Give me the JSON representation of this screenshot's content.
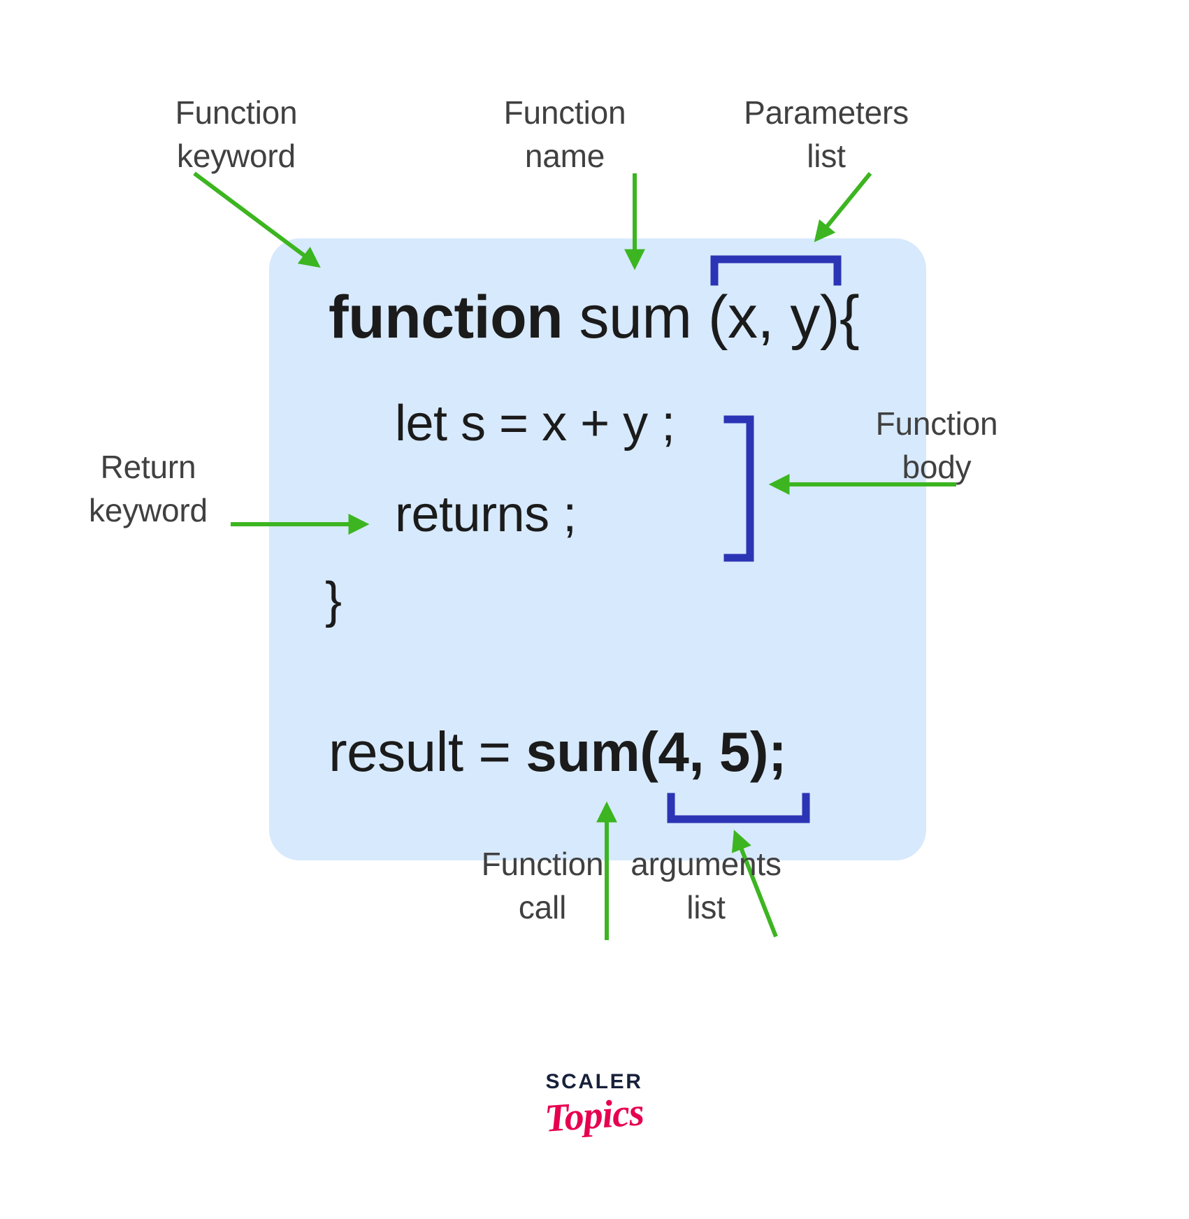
{
  "diagram": {
    "title": "JavaScript function anatomy",
    "panel_color": "#d7e9fc",
    "arrow_color": "#3cb521",
    "bracket_color": "#2b34b5",
    "label_color": "#404040",
    "code_color": "#1b1b1b"
  },
  "code": {
    "signature_keyword": "function",
    "signature_rest": " sum (x, y){",
    "line_let": "let s = x + y ;",
    "line_returns": "returns ;",
    "line_close": "}",
    "call_prefix": "result = ",
    "call_bold": "sum(4, 5);"
  },
  "labels": {
    "function_keyword": "Function\nkeyword",
    "function_name": "Function\nname",
    "parameters_list": "Parameters\nlist",
    "function_body": "Function\nbody",
    "return_keyword": "Return\nkeyword",
    "function_call": "Function\ncall",
    "arguments_list": "arguments\nlist"
  },
  "logo": {
    "primary": "SCALER",
    "secondary": "Topics"
  }
}
